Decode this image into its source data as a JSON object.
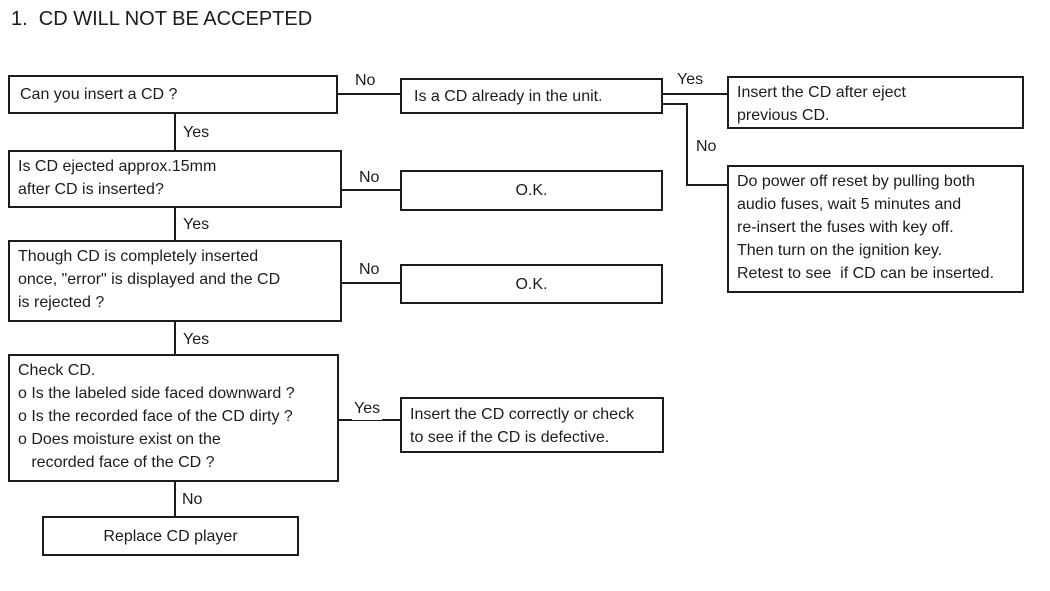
{
  "title": "1.  CD WILL NOT BE ACCEPTED",
  "flowchart": {
    "nodes": {
      "can_insert": "Can you insert a CD ?",
      "cd_already_in_unit": "Is a CD already in the unit.",
      "insert_after_eject": "Insert the CD after eject\nprevious CD.",
      "power_off_reset": "Do power off reset by pulling both\naudio fuses, wait 5 minutes and\nre-insert the fuses with key off.\nThen turn on the ignition key.\nRetest to see  if CD can be inserted.",
      "ejected_15mm": "Is CD ejected approx.15mm\nafter CD is inserted?",
      "ok_1": "O.K.",
      "error_displayed": "Though CD is completely inserted\nonce, \"error\" is displayed and the CD\nis rejected ?",
      "ok_2": "O.K.",
      "check_cd": "Check CD.\no Is the labeled side faced downward ?\no Is the recorded face of the CD dirty ?\no Does moisture exist on the\n   recorded face of the CD ?",
      "insert_correctly": "Insert the CD correctly or check\nto see if the CD is defective.",
      "replace_player": "Replace CD player"
    },
    "edge_labels": {
      "can_insert_no": "No",
      "can_insert_yes": "Yes",
      "cd_already_yes": "Yes",
      "cd_already_no": "No",
      "ejected_no": "No",
      "ejected_yes": "Yes",
      "error_no": "No",
      "error_yes": "Yes",
      "check_cd_yes": "Yes",
      "check_cd_no": "No"
    }
  }
}
